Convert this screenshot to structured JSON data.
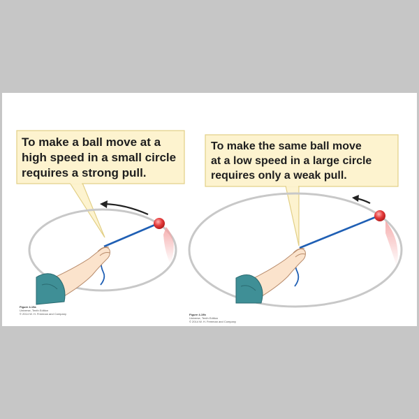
{
  "panel_a": {
    "caption_lines": [
      "To make a ball move at a",
      "high speed in a small circle",
      "requires a strong pull."
    ],
    "credit": {
      "figure": "Figure 4-19a",
      "book": "Universe, Tenth Edition",
      "copyright": "© 2014 W. H. Freeman and Company"
    }
  },
  "panel_b": {
    "caption_lines": [
      "To make the same ball move",
      "at a low speed in a large circle",
      "requires only a weak pull."
    ],
    "credit": {
      "figure": "Figure 4-19b",
      "book": "Universe, Tenth Edition",
      "copyright": "© 2014 W. H. Freeman and Company"
    }
  },
  "colors": {
    "callout_fill": "#fdf3cf",
    "callout_stroke": "#e2cf86",
    "orbit": "#c8c8c8",
    "string": "#1f5fb4",
    "ball": "#e43a3a",
    "skin": "#fbe3cc",
    "sleeve": "#3f8f96",
    "arrow": "#222222"
  }
}
